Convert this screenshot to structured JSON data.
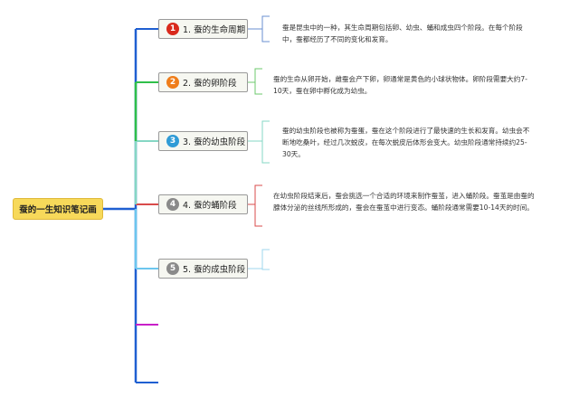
{
  "root": {
    "label": "蚕的一生知识笔记画"
  },
  "branches": [
    {
      "number": "1",
      "title": "1. 蚕的生命周期",
      "badge_color": "#d9291c",
      "description": "蚕是昆虫中的一种，其生命周期包括卵、幼虫、蛹和成虫四个阶段。在每个阶段中，蚕都经历了不同的变化和发育。"
    },
    {
      "number": "2",
      "title": "2. 蚕的卵阶段",
      "badge_color": "#ef7d1a",
      "description": "蚕的生命从卵开始，雌蚕会产下卵，卵通常是黄色的小球状物体。卵阶段需要大约7-10天，蚕在卵中孵化成为幼虫。"
    },
    {
      "number": "3",
      "title": "3. 蚕的幼虫阶段",
      "badge_color": "#2f9bd6",
      "description": "蚕的幼虫阶段也被称为蚕蛋，蚕在这个阶段进行了最快速的生长和发育。幼虫会不断地吃桑叶，经过几次蜕皮，在每次蜕皮后体形会变大。幼虫阶段通常持续约25-30天。"
    },
    {
      "number": "4",
      "title": "4. 蚕的蛹阶段",
      "badge_color": "#8a8a8a",
      "description": "在幼虫阶段结束后，蚕会挑选一个合适的环境来制作蚕茧，进入蛹阶段。蚕茧是由蚕的腺体分泌的丝线所形成的，蚕会在蚕茧中进行变态。蛹阶段通常需要10-14天的时间。"
    },
    {
      "number": "5",
      "title": "5. 蚕的成虫阶段",
      "badge_color": "#8a8a8a",
      "description": ""
    }
  ],
  "colors": {
    "trunk": "#1f5fd1",
    "branch_lines": [
      "#1f5fd1",
      "#2fbf4a",
      "#86d7c4",
      "#d94b4b",
      "#6cc6ee",
      "#c81fc8",
      "#1f5fd1"
    ],
    "root_fill": "#f7d95a"
  }
}
